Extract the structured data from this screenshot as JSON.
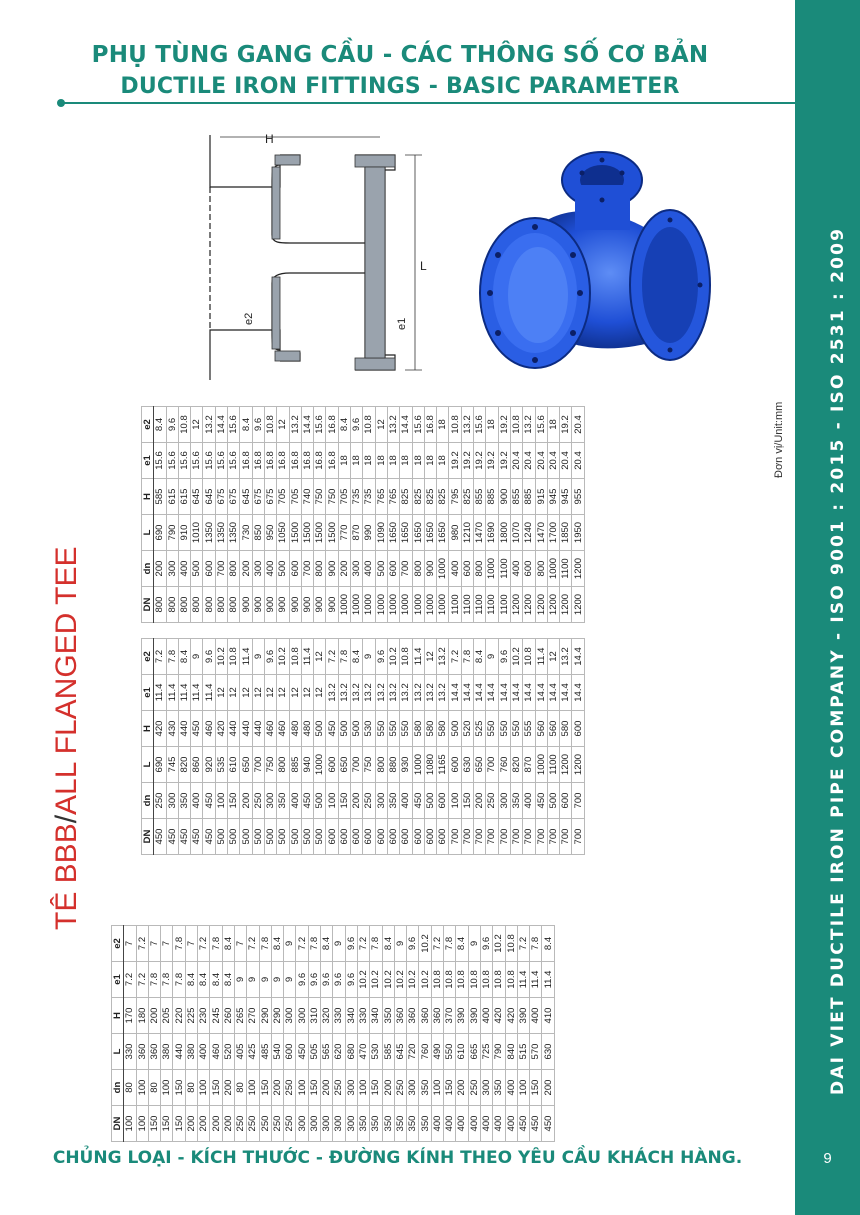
{
  "header": {
    "title_vi": "PHỤ TÙNG GANG CẦU - CÁC THÔNG SỐ CƠ BẢN",
    "title_en": "DUCTILE IRON FITTINGS - BASIC PARAMETER"
  },
  "product": {
    "title_code": "TÊ BBB",
    "title_separator": "/",
    "title_name": "ALL FLANGED TEE",
    "unit_label": "Đơn vị/Unit:mm"
  },
  "drawing": {
    "label_H": "H",
    "label_L": "L",
    "label_e1": "e1",
    "label_e2": "e2"
  },
  "sidebar": {
    "text": "DAI VIET DUCTILE   IRON PIPE COMPANY - ISO 9001 : 2015 - ISO 2531 : 2009",
    "page_number": "9"
  },
  "footer": {
    "text": "CHỦNG LOẠI - KÍCH THƯỚC - ĐƯỜNG KÍNH THEO YÊU CẦU KHÁCH HÀNG."
  },
  "colors": {
    "brand": "#1a8a7a",
    "accent_red": "#d4302c",
    "photo_blue": "#1f4fd6"
  },
  "table": {
    "columns": [
      "DN",
      "dn",
      "L",
      "H",
      "e1",
      "e2"
    ],
    "panels": [
      {
        "rows": [
          [
            "100",
            "80",
            "330",
            "170",
            "7.2",
            "7"
          ],
          [
            "100",
            "100",
            "360",
            "180",
            "7.2",
            "7.2"
          ],
          [
            "150",
            "80",
            "360",
            "200",
            "7.8",
            "7"
          ],
          [
            "150",
            "100",
            "380",
            "205",
            "7.8",
            "7"
          ],
          [
            "150",
            "150",
            "440",
            "220",
            "7.8",
            "7.8"
          ],
          [
            "200",
            "80",
            "380",
            "225",
            "8.4",
            "7"
          ],
          [
            "200",
            "100",
            "400",
            "230",
            "8.4",
            "7.2"
          ],
          [
            "200",
            "150",
            "460",
            "245",
            "8.4",
            "7.8"
          ],
          [
            "200",
            "200",
            "520",
            "260",
            "8.4",
            "8.4"
          ],
          [
            "250",
            "80",
            "405",
            "265",
            "9",
            "7"
          ],
          [
            "250",
            "100",
            "425",
            "270",
            "9",
            "7.2"
          ],
          [
            "250",
            "150",
            "485",
            "290",
            "9",
            "7.8"
          ],
          [
            "250",
            "200",
            "540",
            "290",
            "9",
            "8.4"
          ],
          [
            "250",
            "250",
            "600",
            "300",
            "9",
            "9"
          ],
          [
            "300",
            "100",
            "450",
            "300",
            "9.6",
            "7.2"
          ],
          [
            "300",
            "150",
            "505",
            "310",
            "9.6",
            "7.8"
          ],
          [
            "300",
            "200",
            "565",
            "320",
            "9.6",
            "8.4"
          ],
          [
            "300",
            "250",
            "620",
            "330",
            "9.6",
            "9"
          ],
          [
            "300",
            "300",
            "680",
            "340",
            "9.6",
            "9.6"
          ],
          [
            "350",
            "100",
            "470",
            "330",
            "10.2",
            "7.2"
          ],
          [
            "350",
            "150",
            "530",
            "340",
            "10.2",
            "7.8"
          ],
          [
            "350",
            "200",
            "585",
            "350",
            "10.2",
            "8.4"
          ],
          [
            "350",
            "250",
            "645",
            "360",
            "10.2",
            "9"
          ],
          [
            "350",
            "300",
            "720",
            "360",
            "10.2",
            "9.6"
          ],
          [
            "350",
            "350",
            "760",
            "360",
            "10.2",
            "10.2"
          ],
          [
            "400",
            "100",
            "490",
            "360",
            "10.8",
            "7.2"
          ],
          [
            "400",
            "150",
            "550",
            "370",
            "10.8",
            "7.8"
          ],
          [
            "400",
            "200",
            "610",
            "390",
            "10.8",
            "8.4"
          ],
          [
            "400",
            "250",
            "665",
            "390",
            "10.8",
            "9"
          ],
          [
            "400",
            "300",
            "725",
            "400",
            "10.8",
            "9.6"
          ],
          [
            "400",
            "350",
            "790",
            "420",
            "10.8",
            "10.2"
          ],
          [
            "400",
            "400",
            "840",
            "420",
            "10.8",
            "10.8"
          ],
          [
            "450",
            "100",
            "515",
            "390",
            "11.4",
            "7.2"
          ],
          [
            "450",
            "150",
            "570",
            "400",
            "11.4",
            "7.8"
          ],
          [
            "450",
            "200",
            "630",
            "410",
            "11.4",
            "8.4"
          ]
        ]
      },
      {
        "rows": [
          [
            "450",
            "250",
            "690",
            "420",
            "11.4",
            "7.2"
          ],
          [
            "450",
            "300",
            "745",
            "430",
            "11.4",
            "7.8"
          ],
          [
            "450",
            "350",
            "820",
            "440",
            "11.4",
            "8.4"
          ],
          [
            "450",
            "400",
            "860",
            "450",
            "11.4",
            "9"
          ],
          [
            "450",
            "450",
            "920",
            "460",
            "11.4",
            "9.6"
          ],
          [
            "500",
            "100",
            "535",
            "420",
            "12",
            "10.2"
          ],
          [
            "500",
            "150",
            "610",
            "440",
            "12",
            "10.8"
          ],
          [
            "500",
            "200",
            "650",
            "440",
            "12",
            "11.4"
          ],
          [
            "500",
            "250",
            "700",
            "440",
            "12",
            "9"
          ],
          [
            "500",
            "300",
            "750",
            "460",
            "12",
            "9.6"
          ],
          [
            "500",
            "350",
            "800",
            "460",
            "12",
            "10.2"
          ],
          [
            "500",
            "400",
            "885",
            "480",
            "12",
            "10.8"
          ],
          [
            "500",
            "450",
            "940",
            "480",
            "12",
            "11.4"
          ],
          [
            "500",
            "500",
            "1000",
            "500",
            "12",
            "12"
          ],
          [
            "600",
            "100",
            "600",
            "450",
            "13.2",
            "7.2"
          ],
          [
            "600",
            "150",
            "650",
            "500",
            "13.2",
            "7.8"
          ],
          [
            "600",
            "200",
            "700",
            "500",
            "13.2",
            "8.4"
          ],
          [
            "600",
            "250",
            "750",
            "530",
            "13.2",
            "9"
          ],
          [
            "600",
            "300",
            "800",
            "550",
            "13.2",
            "9.6"
          ],
          [
            "600",
            "350",
            "880",
            "550",
            "13.2",
            "10.2"
          ],
          [
            "600",
            "400",
            "930",
            "550",
            "13.2",
            "10.8"
          ],
          [
            "600",
            "450",
            "1000",
            "580",
            "13.2",
            "11.4"
          ],
          [
            "600",
            "500",
            "1080",
            "580",
            "13.2",
            "12"
          ],
          [
            "600",
            "600",
            "1165",
            "580",
            "13.2",
            "13.2"
          ],
          [
            "700",
            "100",
            "600",
            "500",
            "14.4",
            "7.2"
          ],
          [
            "700",
            "150",
            "630",
            "520",
            "14.4",
            "7.8"
          ],
          [
            "700",
            "200",
            "650",
            "525",
            "14.4",
            "8.4"
          ],
          [
            "700",
            "250",
            "700",
            "550",
            "14.4",
            "9"
          ],
          [
            "700",
            "300",
            "760",
            "550",
            "14.4",
            "9.6"
          ],
          [
            "700",
            "350",
            "820",
            "550",
            "14.4",
            "10.2"
          ],
          [
            "700",
            "400",
            "870",
            "555",
            "14.4",
            "10.8"
          ],
          [
            "700",
            "450",
            "1000",
            "560",
            "14.4",
            "11.4"
          ],
          [
            "700",
            "500",
            "1100",
            "560",
            "14.4",
            "12"
          ],
          [
            "700",
            "600",
            "1200",
            "580",
            "14.4",
            "13.2"
          ],
          [
            "700",
            "700",
            "1200",
            "600",
            "14.4",
            "14.4"
          ]
        ]
      },
      {
        "rows": [
          [
            "800",
            "200",
            "690",
            "585",
            "15.6",
            "8.4"
          ],
          [
            "800",
            "300",
            "790",
            "615",
            "15.6",
            "9.6"
          ],
          [
            "800",
            "400",
            "910",
            "615",
            "15.6",
            "10.8"
          ],
          [
            "800",
            "500",
            "1010",
            "645",
            "15.6",
            "12"
          ],
          [
            "800",
            "600",
            "1350",
            "645",
            "15.6",
            "13.2"
          ],
          [
            "800",
            "700",
            "1350",
            "675",
            "15.6",
            "14.4"
          ],
          [
            "800",
            "800",
            "1350",
            "675",
            "15.6",
            "15.6"
          ],
          [
            "900",
            "200",
            "730",
            "645",
            "16.8",
            "8.4"
          ],
          [
            "900",
            "300",
            "850",
            "675",
            "16.8",
            "9.6"
          ],
          [
            "900",
            "400",
            "950",
            "675",
            "16.8",
            "10.8"
          ],
          [
            "900",
            "500",
            "1050",
            "705",
            "16.8",
            "12"
          ],
          [
            "900",
            "600",
            "1500",
            "705",
            "16.8",
            "13.2"
          ],
          [
            "900",
            "700",
            "1500",
            "740",
            "16.8",
            "14.4"
          ],
          [
            "900",
            "800",
            "1500",
            "750",
            "16.8",
            "15.6"
          ],
          [
            "900",
            "900",
            "1500",
            "750",
            "16.8",
            "16.8"
          ],
          [
            "1000",
            "200",
            "770",
            "705",
            "18",
            "8.4"
          ],
          [
            "1000",
            "300",
            "870",
            "735",
            "18",
            "9.6"
          ],
          [
            "1000",
            "400",
            "990",
            "735",
            "18",
            "10.8"
          ],
          [
            "1000",
            "500",
            "1090",
            "765",
            "18",
            "12"
          ],
          [
            "1000",
            "600",
            "1650",
            "765",
            "18",
            "13.2"
          ],
          [
            "1000",
            "700",
            "1650",
            "825",
            "18",
            "14.4"
          ],
          [
            "1000",
            "800",
            "1650",
            "825",
            "18",
            "15.6"
          ],
          [
            "1000",
            "900",
            "1650",
            "825",
            "18",
            "16.8"
          ],
          [
            "1000",
            "1000",
            "1650",
            "825",
            "18",
            "18"
          ],
          [
            "1100",
            "400",
            "980",
            "795",
            "19.2",
            "10.8"
          ],
          [
            "1100",
            "600",
            "1210",
            "825",
            "19.2",
            "13.2"
          ],
          [
            "1100",
            "800",
            "1470",
            "855",
            "19.2",
            "15.6"
          ],
          [
            "1100",
            "1000",
            "1690",
            "885",
            "19.2",
            "18"
          ],
          [
            "1100",
            "1100",
            "1800",
            "900",
            "19.2",
            "19.2"
          ],
          [
            "1200",
            "400",
            "1070",
            "855",
            "20.4",
            "10.8"
          ],
          [
            "1200",
            "600",
            "1240",
            "885",
            "20.4",
            "13.2"
          ],
          [
            "1200",
            "800",
            "1470",
            "915",
            "20.4",
            "15.6"
          ],
          [
            "1200",
            "1000",
            "1700",
            "945",
            "20.4",
            "18"
          ],
          [
            "1200",
            "1100",
            "1850",
            "945",
            "20.4",
            "19.2"
          ],
          [
            "1200",
            "1200",
            "1950",
            "955",
            "20.4",
            "20.4"
          ]
        ]
      }
    ]
  }
}
